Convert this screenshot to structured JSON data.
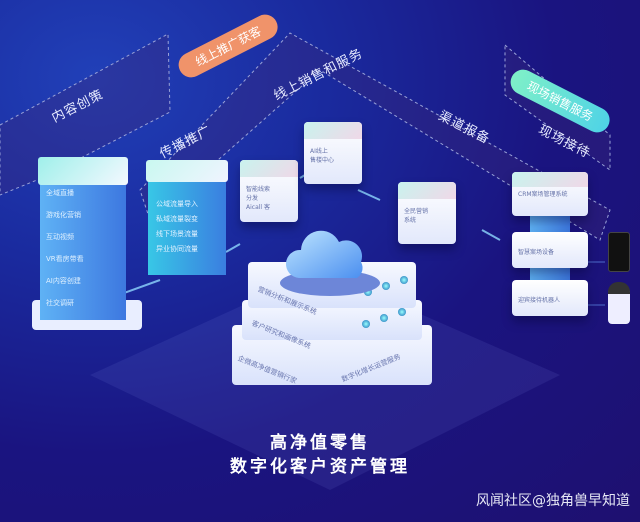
{
  "bands": {
    "content_strategy": "内容创策",
    "online_acquisition": "线上推广获客",
    "online_sales": "线上销售和服务",
    "promotion": "传播推广",
    "channel_filing": "渠道报备",
    "onsite_sales": "现场销售服务",
    "onsite_reception": "现场接待"
  },
  "left_tower": {
    "items": [
      "全域直播",
      "游戏化营销",
      "互动视频",
      "VR看房带看",
      "AI内容创建",
      "社交调研"
    ]
  },
  "traffic_block": {
    "items": [
      "公域流量导入",
      "私域流量裂变",
      "线下场景流量",
      "异业协同流量"
    ]
  },
  "cubes": [
    {
      "lines": [
        "智能线索",
        "分发",
        "Aicall 客"
      ]
    },
    {
      "lines": [
        "AI线上",
        "售楼中心"
      ]
    },
    {
      "lines": [
        "全民营销",
        "系统"
      ]
    }
  ],
  "right_stack": {
    "items": [
      "CRM案场管理系统",
      "智慧案场设备",
      "迎宾接待机器人"
    ]
  },
  "platform": {
    "layers": [
      "营销分析和展示系统",
      "客户研究和画像系统"
    ],
    "left_face": "企微高净值营销行家",
    "right_face": "数字化增长运营服务"
  },
  "headline": {
    "line1": "高净值零售",
    "line2": "数字化客户资产管理"
  },
  "watermark": "风闻社区@独角兽早知道",
  "colors": {
    "orange": "#f0936a",
    "teal": "#6fe3d0",
    "bg": "#1a1480"
  }
}
